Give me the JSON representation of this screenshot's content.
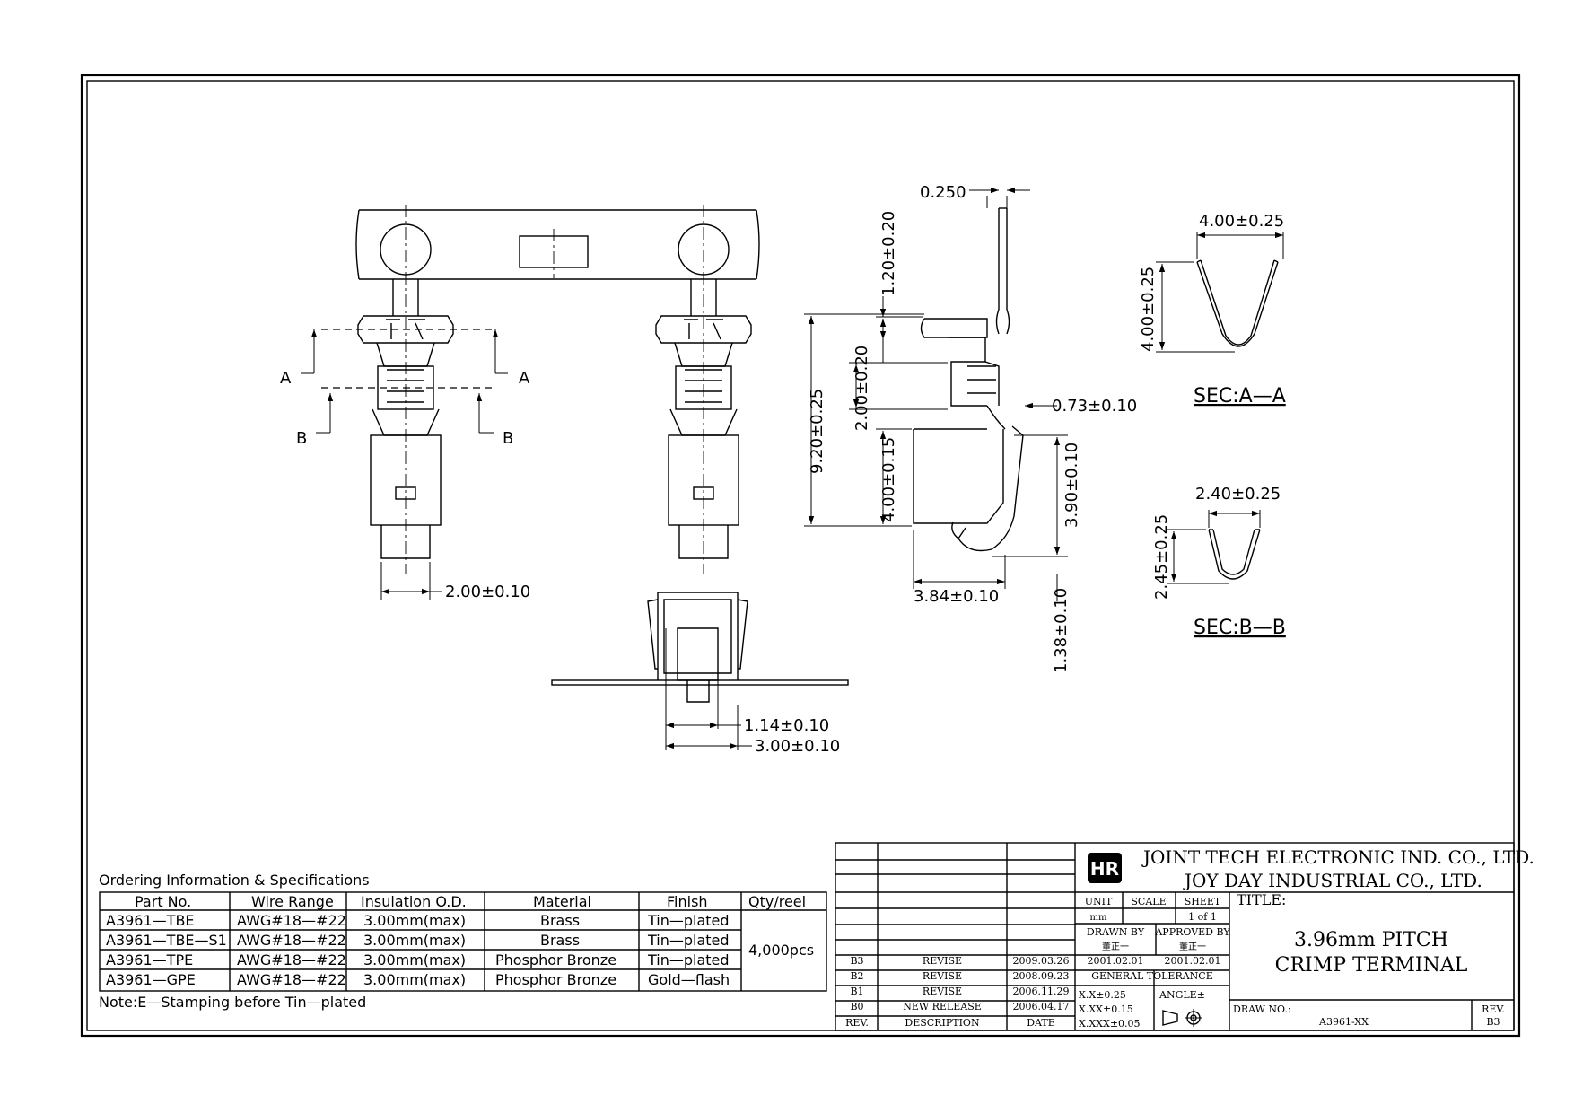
{
  "views": {
    "section_a_label": "A",
    "section_b_label": "B",
    "front_width_dim": "2.00±0.10",
    "bottom_dim_inner": "1.14±0.10",
    "bottom_dim_outer": "3.00±0.10",
    "side_dims": {
      "tab_thickness": "0.250",
      "top_height": "1.20±0.20",
      "total_height": "9.20±0.25",
      "mid_height": "2.00±0.20",
      "lower_height": "4.00±0.15",
      "gap": "0.73±0.10",
      "right_height": "3.90±0.10",
      "width": "3.84±0.10",
      "foot_height": "1.38±0.10"
    },
    "sec_a": {
      "width": "4.00±0.25",
      "height": "4.00±0.25",
      "label": "SEC:A—A"
    },
    "sec_b": {
      "width": "2.40±0.25",
      "height": "2.45±0.25",
      "label": "SEC:B—B"
    }
  },
  "ordering": {
    "title": "Ordering Information & Specifications",
    "headers": [
      "Part No.",
      "Wire Range",
      "Insulation O.D.",
      "Material",
      "Finish",
      "Qty/reel"
    ],
    "rows": [
      [
        "A3961—TBE",
        "AWG#18—#22",
        "3.00mm(max)",
        "Brass",
        "Tin—plated"
      ],
      [
        "A3961—TBE—S1",
        "AWG#18—#22",
        "3.00mm(max)",
        "Brass",
        "Tin—plated"
      ],
      [
        "A3961—TPE",
        "AWG#18—#22",
        "3.00mm(max)",
        "Phosphor Bronze",
        "Tin—plated"
      ],
      [
        "A3961—GPE",
        "AWG#18—#22",
        "3.00mm(max)",
        "Phosphor Bronze",
        "Gold—flash"
      ]
    ],
    "qty": "4,000pcs",
    "note": "Note:E—Stamping before Tin—plated"
  },
  "title_block": {
    "company_1": "JOINT TECH ELECTRONIC IND. CO., LTD.",
    "company_2": "JOY DAY INDUSTRIAL CO., LTD.",
    "unit_label": "UNIT",
    "unit_value": "mm",
    "scale_label": "SCALE",
    "sheet_label": "SHEET",
    "sheet_value": "1 of 1",
    "drawn_by_label": "DRAWN BY",
    "drawn_by_value": "董正一",
    "drawn_date": "2001.02.01",
    "approved_by_label": "APPROVED BY",
    "approved_by_value": "董正一",
    "approved_date": "2001.02.01",
    "general_tolerance_label": "GENERAL TOLERANCE",
    "tol_1": "X.X±0.25",
    "tol_2": "X.XX±0.15",
    "tol_3": "X.XXX±0.05",
    "angle_label": "ANGLE±",
    "title_label": "TITLE:",
    "title_line_1": "3.96mm PITCH",
    "title_line_2": "CRIMP TERMINAL",
    "draw_no_label": "DRAW NO.:",
    "draw_no_value": "A3961-XX",
    "rev_label": "REV.",
    "rev_value": "B3",
    "revisions": [
      {
        "rev": "B3",
        "desc": "REVISE",
        "date": "2009.03.26"
      },
      {
        "rev": "B2",
        "desc": "REVISE",
        "date": "2008.09.23"
      },
      {
        "rev": "B1",
        "desc": "REVISE",
        "date": "2006.11.29"
      },
      {
        "rev": "B0",
        "desc": "NEW RELEASE",
        "date": "2006.04.17"
      }
    ],
    "rev_header": "REV.",
    "desc_header": "DESCRIPTION",
    "date_header": "DATE"
  }
}
